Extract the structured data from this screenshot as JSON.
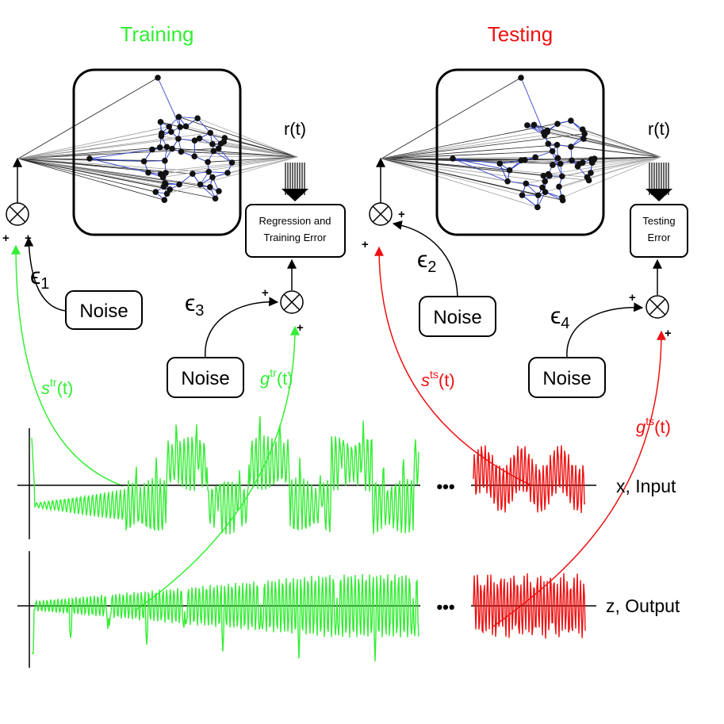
{
  "training": {
    "title": "Training",
    "readout_label": "r(t)",
    "error_box_line1": "Regression and",
    "error_box_line2": "Training Error",
    "input_signal": {
      "base": "s",
      "sup": "tr",
      "arg": "(t)"
    },
    "target_signal": {
      "base": "g",
      "sup": "tr",
      "arg": "(t)"
    },
    "noise_input": {
      "label": "Noise",
      "eps": "ϵ",
      "sub": "1"
    },
    "noise_target": {
      "label": "Noise",
      "eps": "ϵ",
      "sub": "3"
    }
  },
  "testing": {
    "title": "Testing",
    "readout_label": "r(t)",
    "error_box_line1": "Testing",
    "error_box_line2": "Error",
    "input_signal": {
      "base": "s",
      "sup": "ts",
      "arg": "(t)"
    },
    "target_signal": {
      "base": "g",
      "sup": "ts",
      "arg": "(t)"
    },
    "noise_input": {
      "label": "Noise",
      "eps": "ϵ",
      "sub": "2"
    },
    "noise_target": {
      "label": "Noise",
      "eps": "ϵ",
      "sub": "4"
    }
  },
  "plus_sign": "+",
  "timeseries": {
    "input_label": "x, Input",
    "output_label": "z, Output",
    "ellipsis": "•••"
  },
  "colors": {
    "training": "#33ee33",
    "testing": "#ee1111",
    "network_edge": "#3344cc",
    "node": "#111111"
  }
}
